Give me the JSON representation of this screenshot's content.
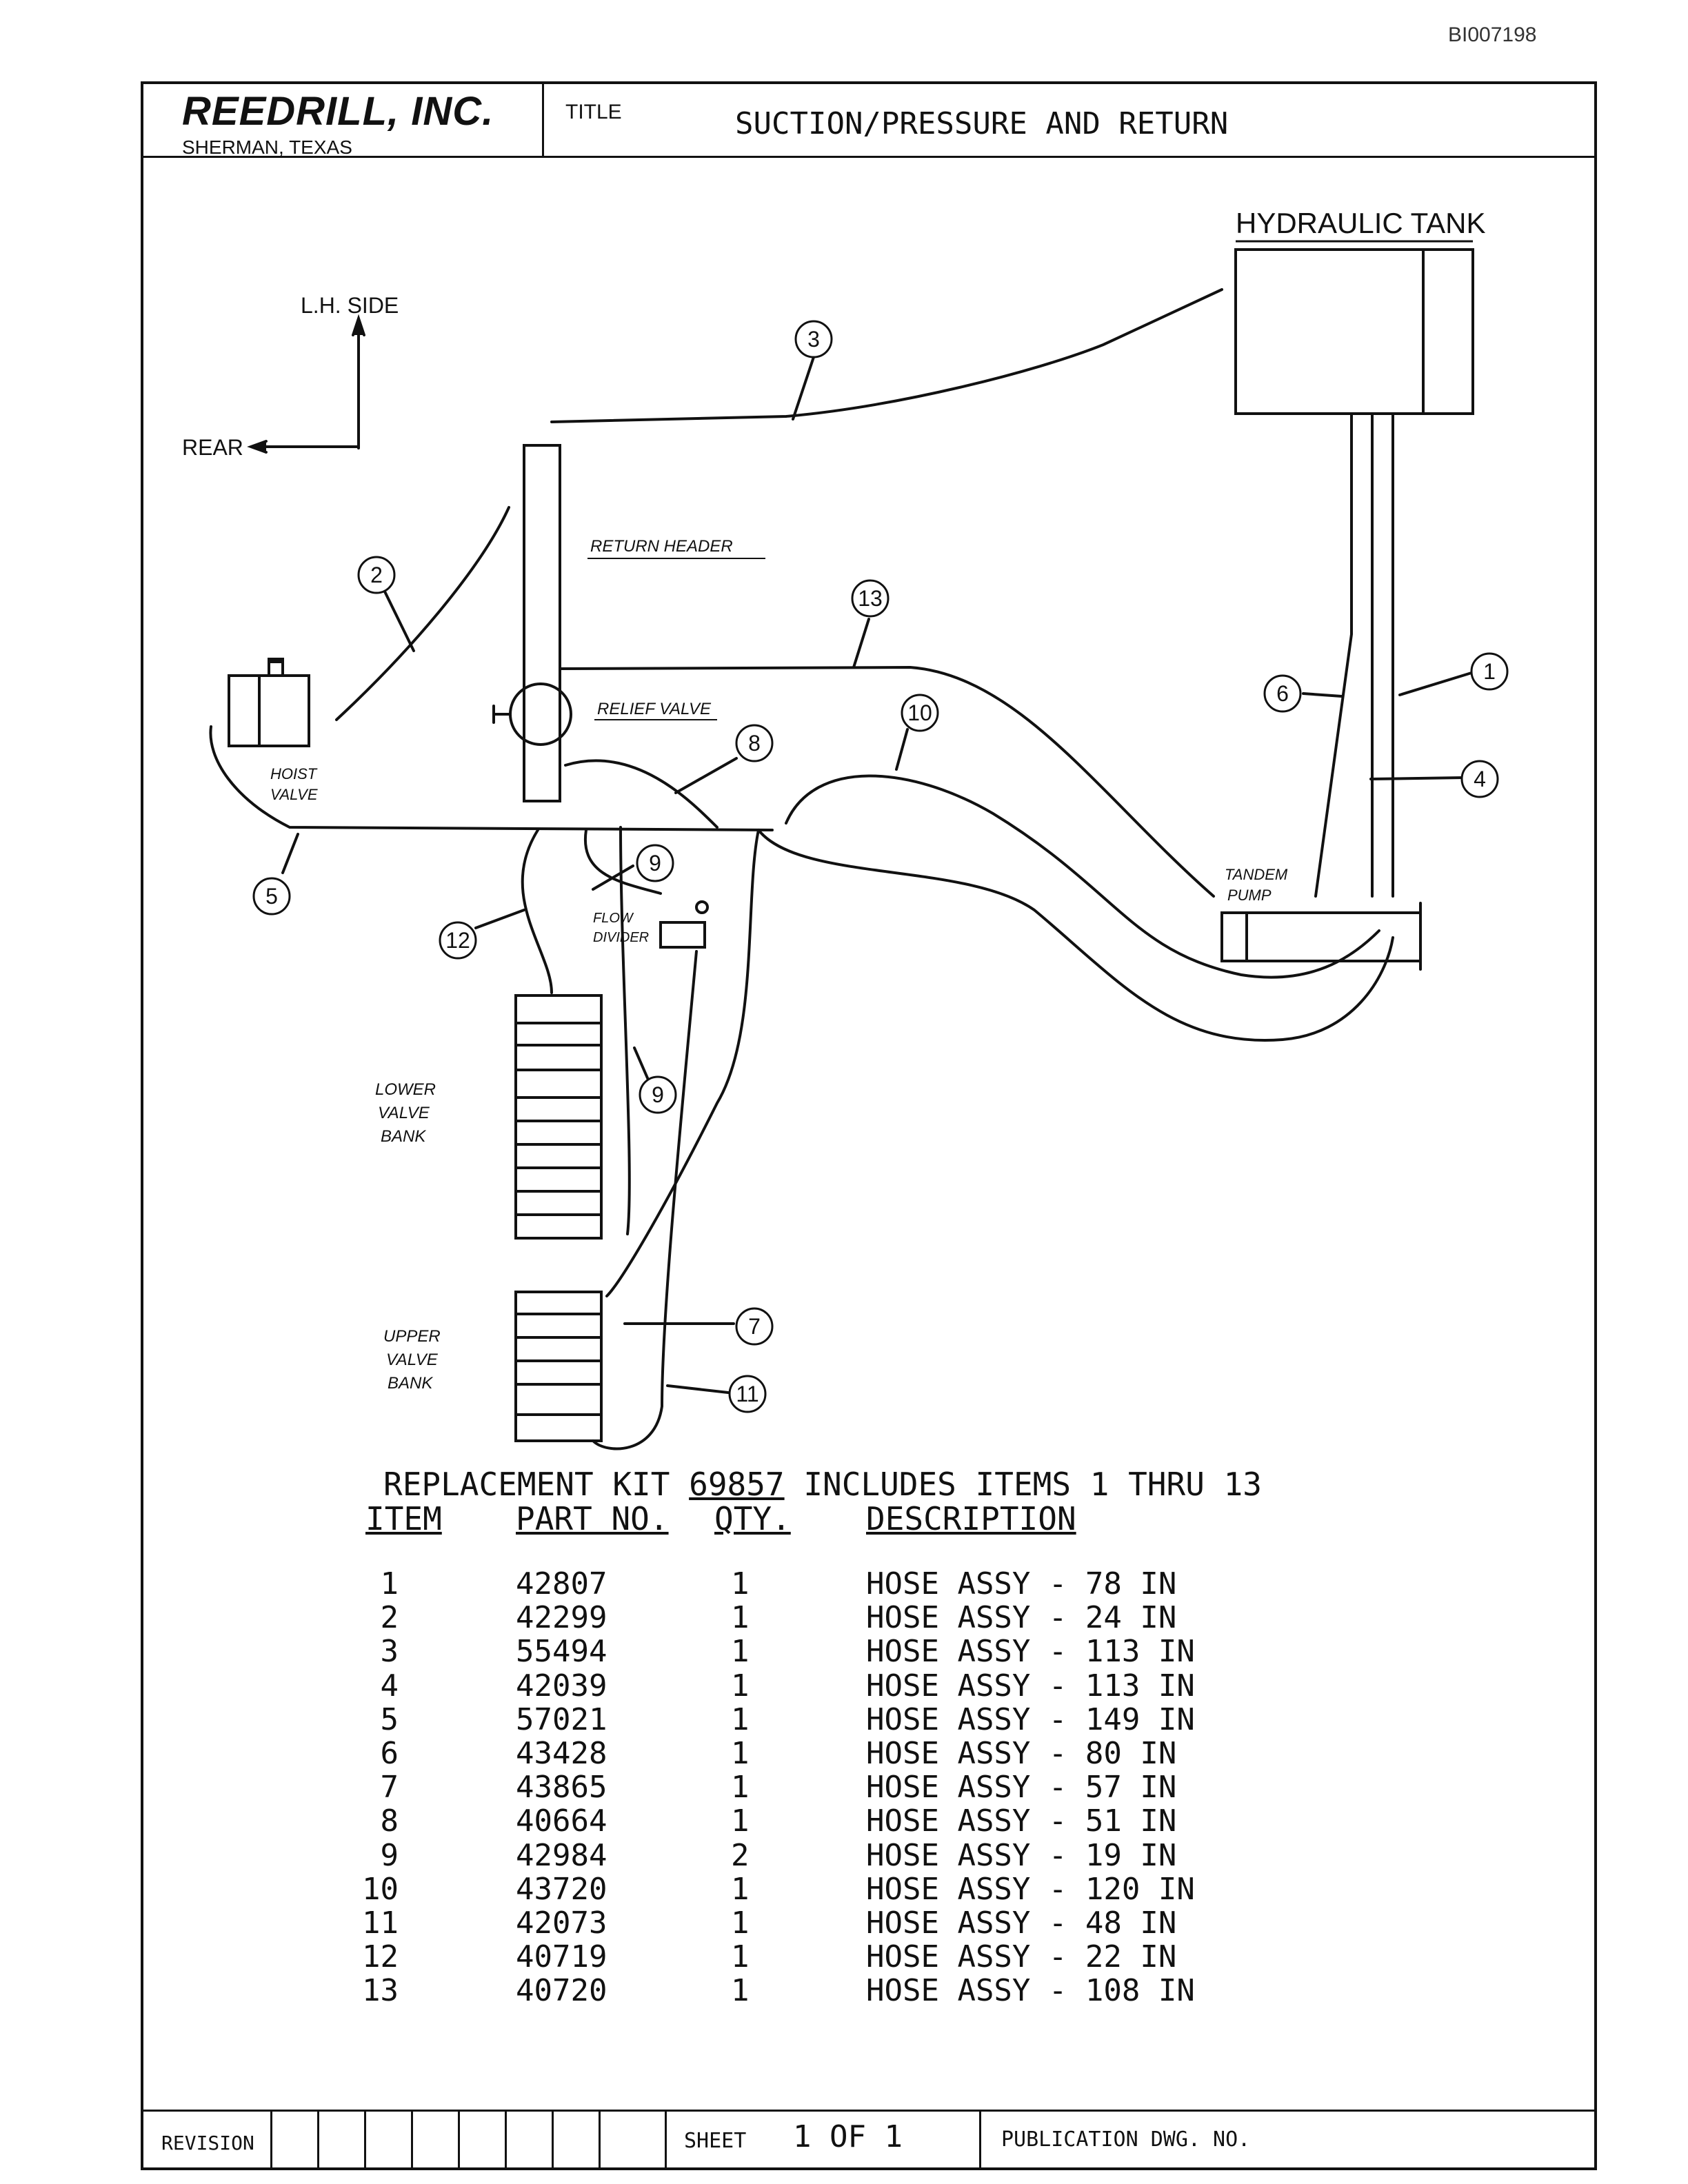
{
  "document_id": "BI007198",
  "title_block": {
    "company": "REEDRILL, INC.",
    "location": "SHERMAN, TEXAS",
    "title_label": "TITLE",
    "title": "SUCTION/PRESSURE AND RETURN"
  },
  "diagram_labels": {
    "hydraulic_tank": "HYDRAULIC TANK",
    "lh_side": "L.H. SIDE",
    "rear": "REAR",
    "return_header": "RETURN HEADER",
    "relief_valve": "RELIEF VALVE",
    "hoist_valve_1": "HOIST",
    "hoist_valve_2": "VALVE",
    "flow_divider_1": "FLOW",
    "flow_divider_2": "DIVIDER",
    "tandem_pump_1": "TANDEM",
    "tandem_pump_2": "PUMP",
    "lower_bank_1": "LOWER",
    "lower_bank_2": "VALVE",
    "lower_bank_3": "BANK",
    "upper_bank_1": "UPPER",
    "upper_bank_2": "VALVE",
    "upper_bank_3": "BANK"
  },
  "callouts": [
    "1",
    "2",
    "3",
    "4",
    "5",
    "6",
    "7",
    "8",
    "9",
    "9",
    "10",
    "11",
    "12",
    "13"
  ],
  "kit": {
    "prefix": "REPLACEMENT KIT",
    "number": "69857",
    "suffix": "INCLUDES ITEMS 1 THRU 13"
  },
  "parts_table": {
    "headers": {
      "item": "ITEM",
      "part_no": "PART NO.",
      "qty": "QTY.",
      "description": "DESCRIPTION"
    },
    "rows": [
      {
        "item": "1",
        "part_no": "42807",
        "qty": "1",
        "description": "HOSE ASSY - 78 IN"
      },
      {
        "item": "2",
        "part_no": "42299",
        "qty": "1",
        "description": "HOSE ASSY - 24 IN"
      },
      {
        "item": "3",
        "part_no": "55494",
        "qty": "1",
        "description": "HOSE ASSY - 113 IN"
      },
      {
        "item": "4",
        "part_no": "42039",
        "qty": "1",
        "description": "HOSE ASSY - 113 IN"
      },
      {
        "item": "5",
        "part_no": "57021",
        "qty": "1",
        "description": "HOSE ASSY - 149 IN"
      },
      {
        "item": "6",
        "part_no": "43428",
        "qty": "1",
        "description": "HOSE ASSY - 80 IN"
      },
      {
        "item": "7",
        "part_no": "43865",
        "qty": "1",
        "description": "HOSE ASSY - 57 IN"
      },
      {
        "item": "8",
        "part_no": "40664",
        "qty": "1",
        "description": "HOSE ASSY - 51 IN"
      },
      {
        "item": "9",
        "part_no": "42984",
        "qty": "2",
        "description": "HOSE ASSY - 19 IN"
      },
      {
        "item": "10",
        "part_no": "43720",
        "qty": "1",
        "description": "HOSE ASSY - 120 IN"
      },
      {
        "item": "11",
        "part_no": "42073",
        "qty": "1",
        "description": "HOSE ASSY - 48 IN"
      },
      {
        "item": "12",
        "part_no": "40719",
        "qty": "1",
        "description": "HOSE ASSY - 22 IN"
      },
      {
        "item": "13",
        "part_no": "40720",
        "qty": "1",
        "description": "HOSE ASSY - 108 IN"
      }
    ]
  },
  "footer": {
    "revision_label": "REVISION",
    "sheet_label": "SHEET",
    "sheet_value": "1 OF 1",
    "publication_label": "PUBLICATION DWG. NO."
  }
}
